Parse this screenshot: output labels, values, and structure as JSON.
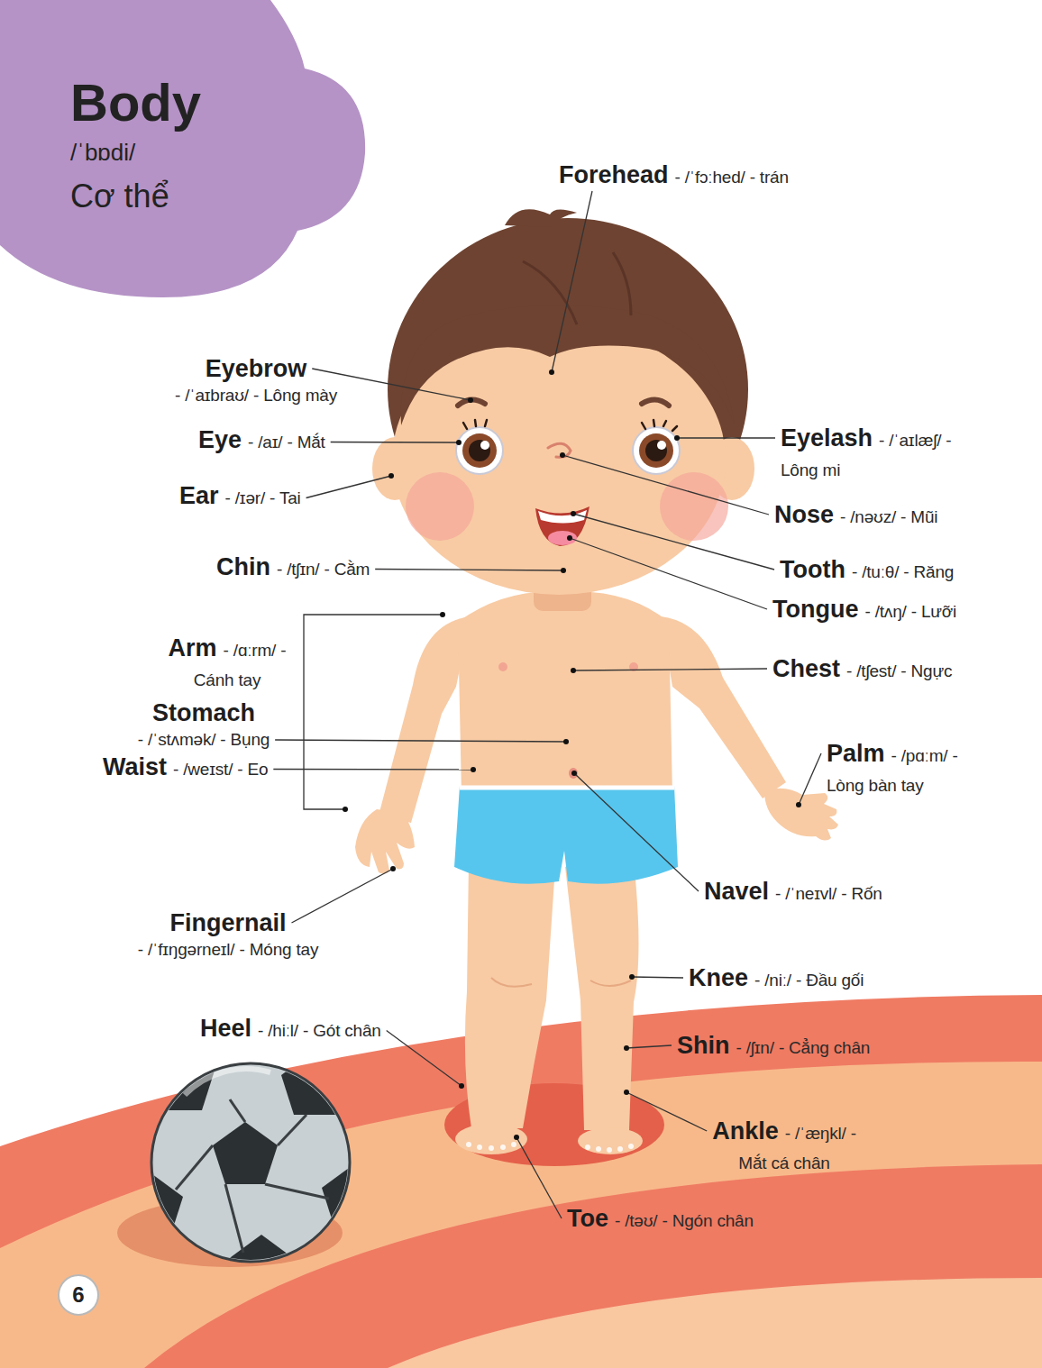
{
  "diagram": {
    "nodes": [
      {
        "text": [
          "Body",
          "/ˈbɒdi/",
          "Cơ thể"
        ]
      },
      {
        "text": [
          "6"
        ]
      }
    ],
    "labels": [
      "Forehead",
      "- /ˈfɔːhed/ - trán",
      "Eyebrow",
      "- /ˈaɪbraʊ/ - Lông mày",
      "Eye",
      "- /aɪ/ - Mắt",
      "Ear",
      "- /ɪər/ - Tai",
      "Chin",
      "- /tʃɪn/ - Cằm",
      "Arm",
      "- /ɑːrm/ - Cánh tay",
      "Stomach",
      "- /ˈstʌmək/ - Bụng",
      "Waist",
      "- /weɪst/ - Eo",
      "Fingernail",
      "- /ˈfɪŋgərneɪl/ - Móng tay",
      "Heel",
      "- /hiːl/ - Gót chân",
      "Eyelash",
      "- /ˈaɪlæʃ/ - Lông mi",
      "Nose",
      "- /nəʊz/ - Mũi",
      "Tooth",
      "- /tuːθ/ - Răng",
      "Tongue",
      "- /tʌŋ/ - Lưỡi",
      "Chest",
      "- /tʃest/ - Ngực",
      "Palm",
      "- /pɑːm/ - Lòng bàn tay",
      "Navel",
      "- /ˈneɪvl/ - Rốn",
      "Knee",
      "- /niː/ - Đầu gối",
      "Shin",
      "- /ʃɪn/ - Cẳng chân",
      "Ankle",
      "- /ˈæŋkl/ - Mắt cá chân",
      "Toe",
      "- /təʊ/ - Ngón chân"
    ]
  }
}
